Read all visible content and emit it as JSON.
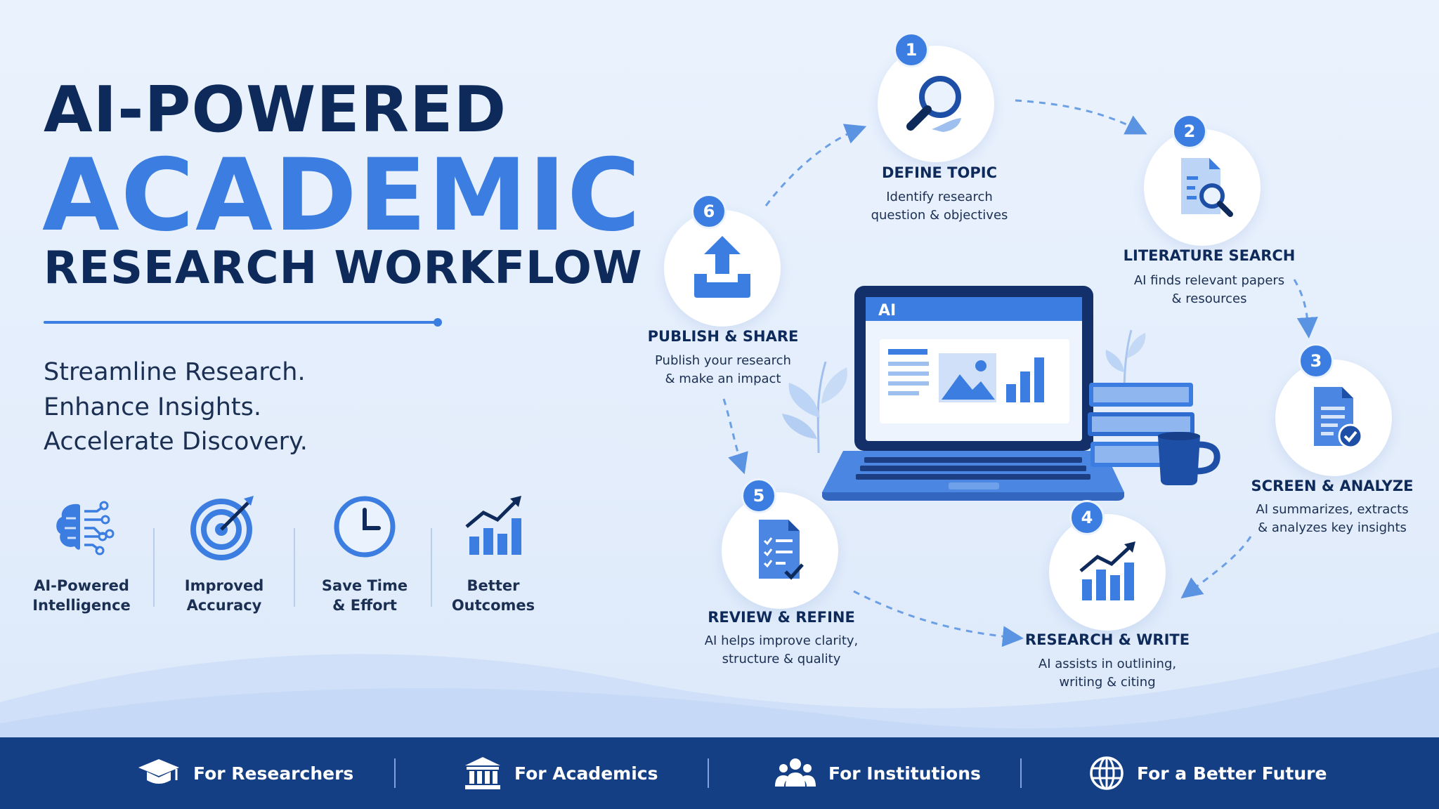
{
  "headline": {
    "line1": "AI-POWERED",
    "line2": "ACADEMIC",
    "line3": "RESEARCH WORKFLOW"
  },
  "taglines": [
    "Streamline Research.",
    "Enhance Insights.",
    "Accelerate Discovery."
  ],
  "benefits": [
    {
      "label": "AI-Powered\nIntelligence",
      "icon": "brain-circuit-icon"
    },
    {
      "label": "Improved\nAccuracy",
      "icon": "target-icon"
    },
    {
      "label": "Save Time\n& Effort",
      "icon": "clock-icon"
    },
    {
      "label": "Better\nOutcomes",
      "icon": "growth-chart-icon"
    }
  ],
  "laptop": {
    "screen_label": "AI"
  },
  "steps": [
    {
      "number": "1",
      "title": "DEFINE TOPIC",
      "desc": "Identify research\nquestion & objectives",
      "icon": "magnifier-icon"
    },
    {
      "number": "2",
      "title": "LITERATURE SEARCH",
      "desc": "AI finds relevant papers\n& resources",
      "icon": "document-search-icon"
    },
    {
      "number": "3",
      "title": "SCREEN & ANALYZE",
      "desc": "AI summarizes, extracts\n& analyzes key insights",
      "icon": "document-check-icon"
    },
    {
      "number": "4",
      "title": "RESEARCH & WRITE",
      "desc": "AI assists in outlining,\nwriting & citing",
      "icon": "bar-chart-icon"
    },
    {
      "number": "5",
      "title": "REVIEW & REFINE",
      "desc": "AI helps improve clarity,\nstructure & quality",
      "icon": "checklist-icon"
    },
    {
      "number": "6",
      "title": "PUBLISH & SHARE",
      "desc": "Publish your research\n& make an impact",
      "icon": "upload-icon"
    }
  ],
  "footer": [
    {
      "label": "For Researchers",
      "icon": "graduation-cap-icon"
    },
    {
      "label": "For Academics",
      "icon": "institution-icon"
    },
    {
      "label": "For Institutions",
      "icon": "people-icon"
    },
    {
      "label": "For a Better Future",
      "icon": "globe-icon"
    }
  ],
  "colors": {
    "accent": "#3b7de0",
    "navy": "#0e2a5a",
    "footer": "#153f85",
    "background": "#eaf2fd"
  }
}
